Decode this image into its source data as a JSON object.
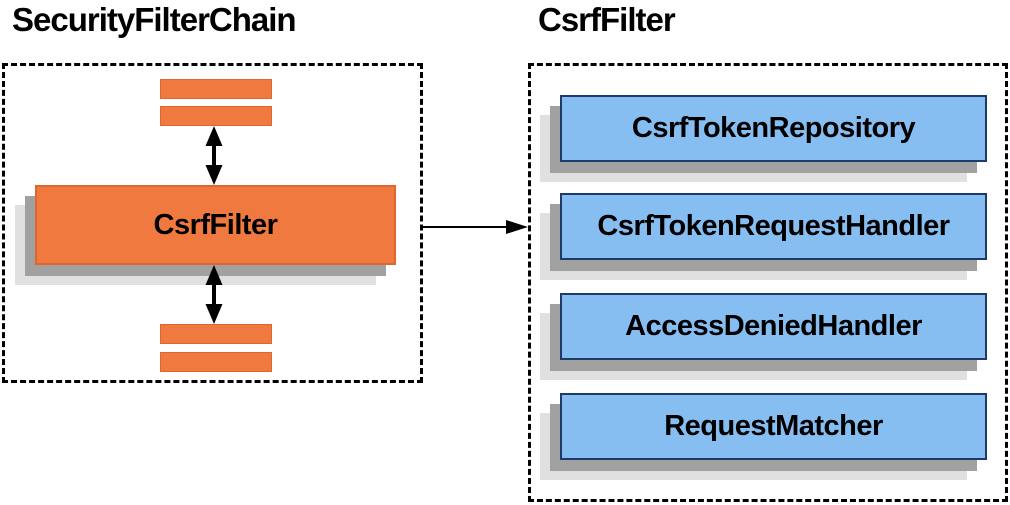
{
  "diagram": {
    "left_panel": {
      "title": "SecurityFilterChain",
      "center_node_label": "CsrfFilter"
    },
    "right_panel": {
      "title": "CsrfFilter",
      "components": [
        "CsrfTokenRepository",
        "CsrfTokenRequestHandler",
        "AccessDeniedHandler",
        "RequestMatcher"
      ]
    },
    "colors": {
      "orange_fill": "#f0793f",
      "orange_border": "#e0662f",
      "blue_fill": "#87bef2",
      "blue_border": "#1e3a68",
      "shadow_dark": "#a1a1a1",
      "shadow_light": "#e0e0e0",
      "line_color": "#000000"
    }
  }
}
